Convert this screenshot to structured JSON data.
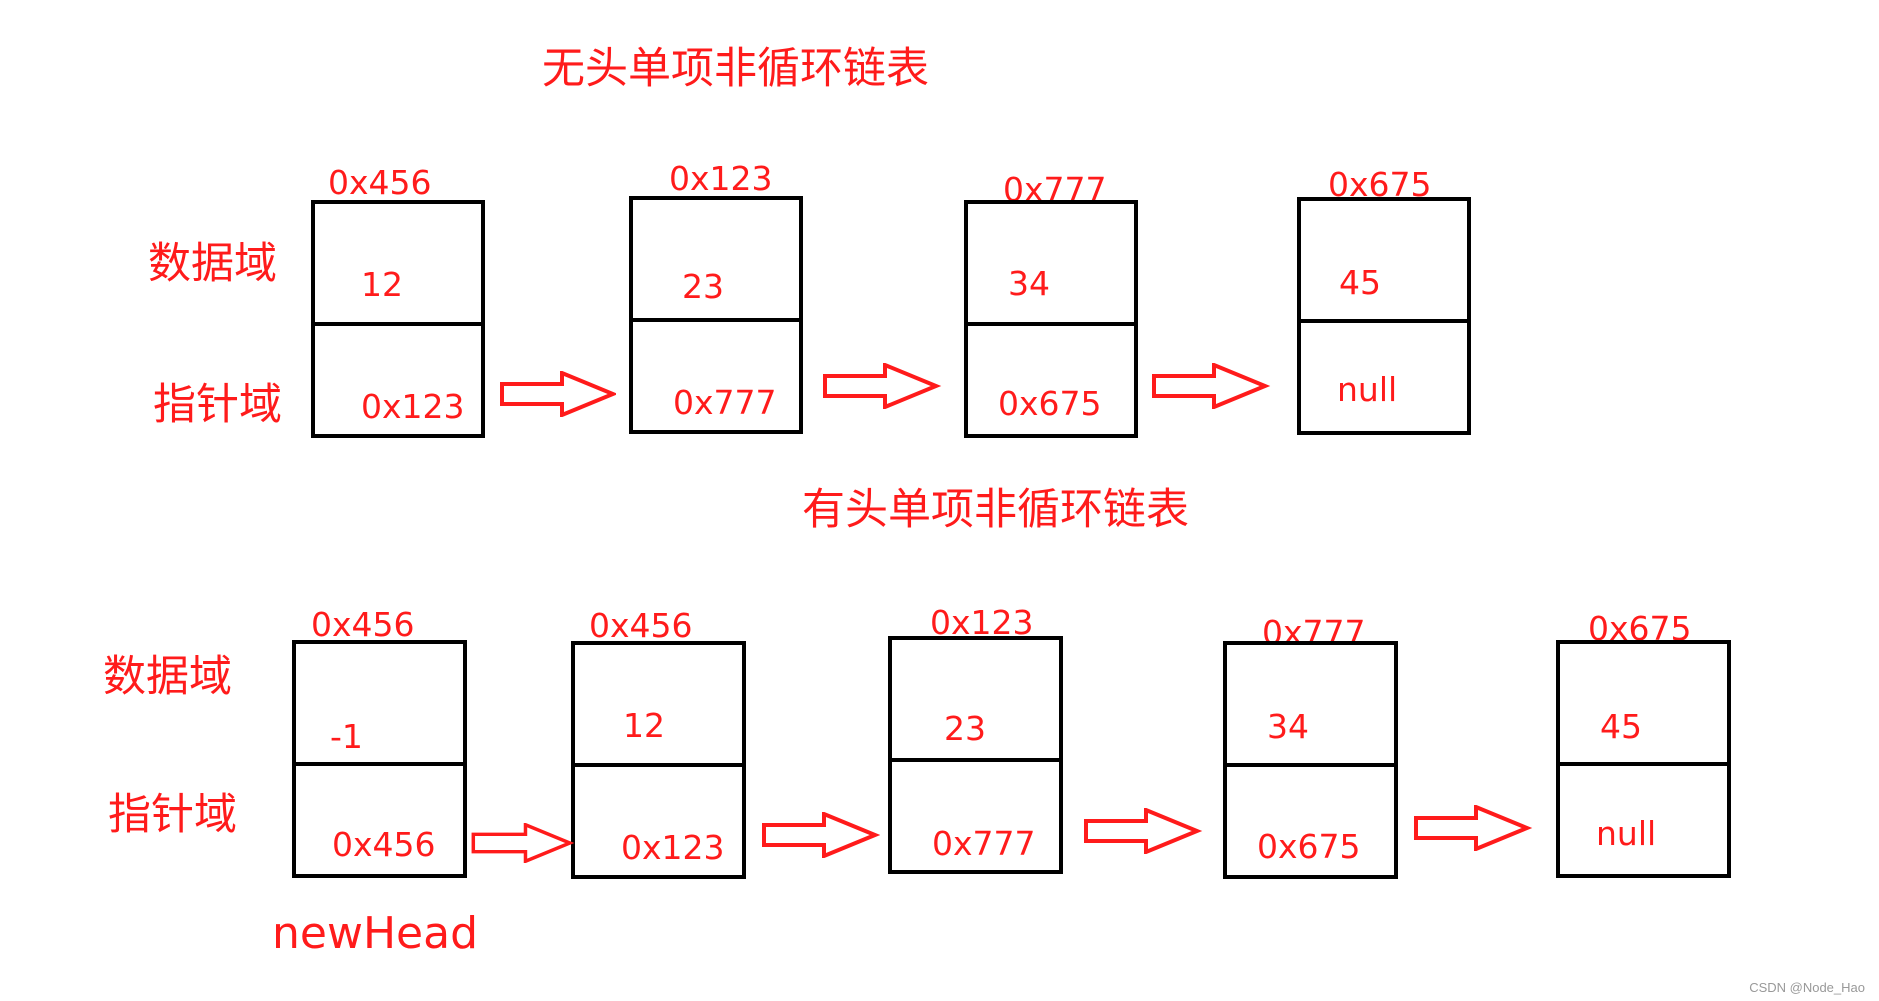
{
  "diagrams": [
    {
      "title": "无头单项非循环链表",
      "data_label": "数据域",
      "pointer_label": "指针域",
      "nodes": [
        {
          "address": "0x456",
          "data": "12",
          "next": "0x123"
        },
        {
          "address": "0x123",
          "data": "23",
          "next": "0x777"
        },
        {
          "address": "0x777",
          "data": "34",
          "next": "0x675"
        },
        {
          "address": "0x675",
          "data": "45",
          "next": "null"
        }
      ]
    },
    {
      "title": "有头单项非循环链表",
      "data_label": "数据域",
      "pointer_label": "指针域",
      "head_label": "newHead",
      "nodes": [
        {
          "address": "0x456",
          "data": "-1",
          "next": "0x456"
        },
        {
          "address": "0x456",
          "data": "12",
          "next": "0x123"
        },
        {
          "address": "0x123",
          "data": "23",
          "next": "0x777"
        },
        {
          "address": "0x777",
          "data": "34",
          "next": "0x675"
        },
        {
          "address": "0x675",
          "data": "45",
          "next": "null"
        }
      ]
    }
  ],
  "watermark": "CSDN @Node_Hao",
  "colors": {
    "annotation": "#ff1b1b",
    "box": "#000000"
  }
}
